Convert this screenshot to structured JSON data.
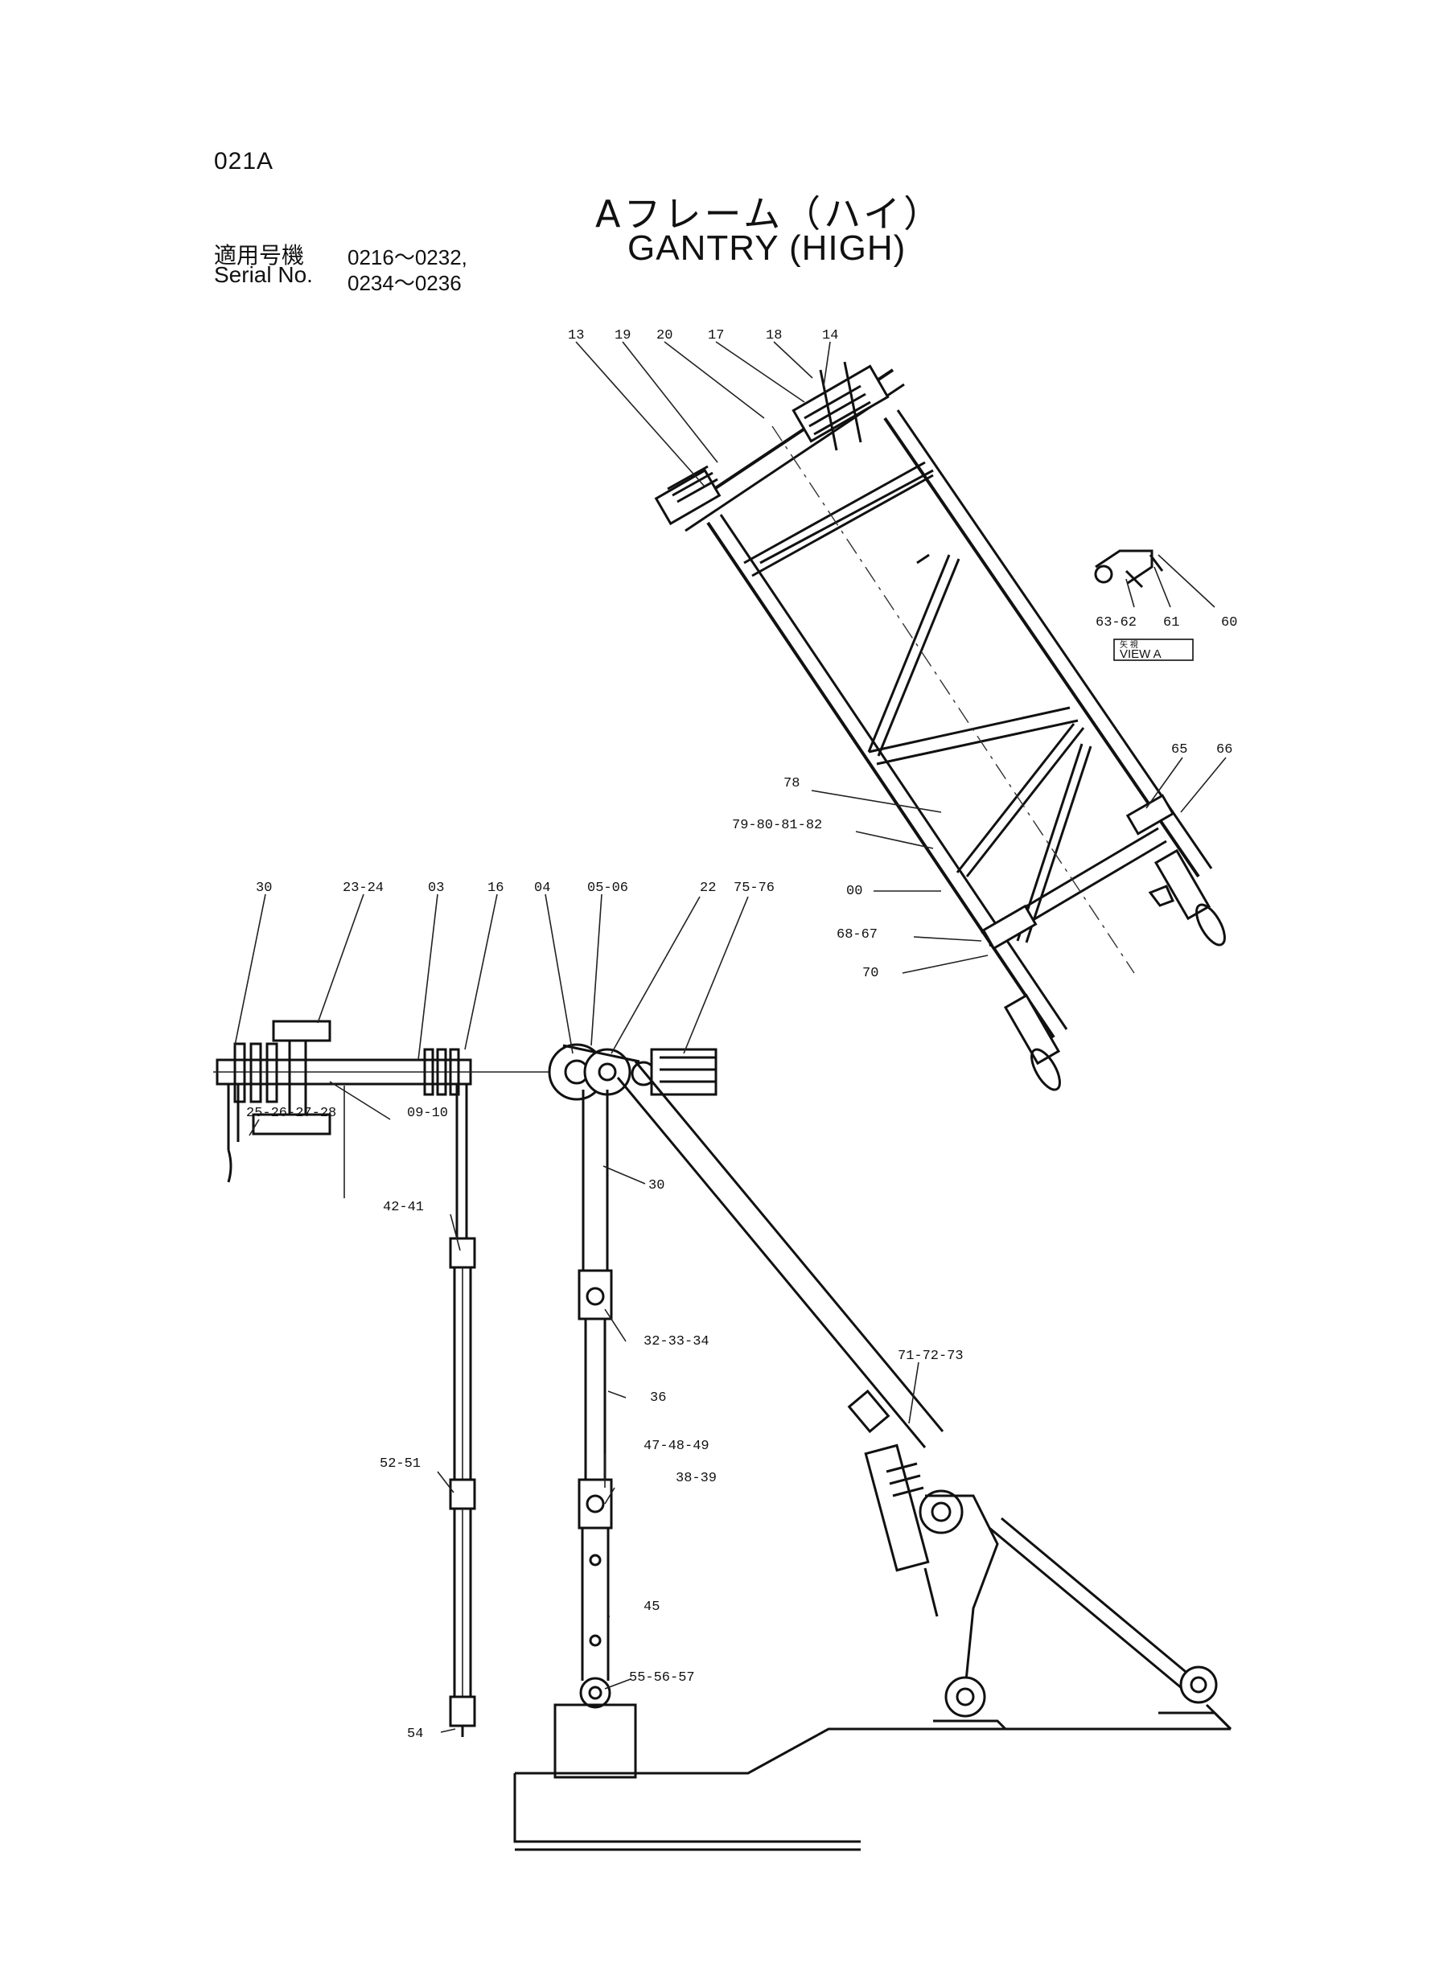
{
  "header": {
    "page_code": "021A",
    "title_ja": "Aフレーム（ハイ）",
    "title_en": "GANTRY (HIGH)",
    "serial_label_ja": "適用号機",
    "serial_label_en": "Serial No.",
    "serial_range_1": "0216～0232,",
    "serial_range_2": "0234～0236"
  },
  "view_label": {
    "small": "矢 視",
    "main": "VIEW  A"
  },
  "parts": {
    "p13": "13",
    "p19": "19",
    "p20": "20",
    "p17": "17",
    "p18": "18",
    "p14": "14",
    "p63_62": "63-62",
    "p61": "61",
    "p60": "60",
    "p65": "65",
    "p66": "66",
    "p78": "78",
    "p79_82": "79-80-81-82",
    "p00": "00",
    "p68_67": "68-67",
    "p70": "70",
    "p30a": "30",
    "p23_24": "23-24",
    "p03": "03",
    "p16": "16",
    "p04": "04",
    "p05_06": "05-06",
    "p22": "22",
    "p75_76": "75-76",
    "p25_28": "25-26-27-28",
    "p09_10": "09-10",
    "p30b": "30",
    "p42_41": "42-41",
    "p32_34": "32-33-34",
    "p71_73": "71-72-73",
    "p36": "36",
    "p47_49": "47-48-49",
    "p38_39": "38-39",
    "p52_51": "52-51",
    "p45": "45",
    "p55_57": "55-56-57",
    "p54": "54"
  }
}
